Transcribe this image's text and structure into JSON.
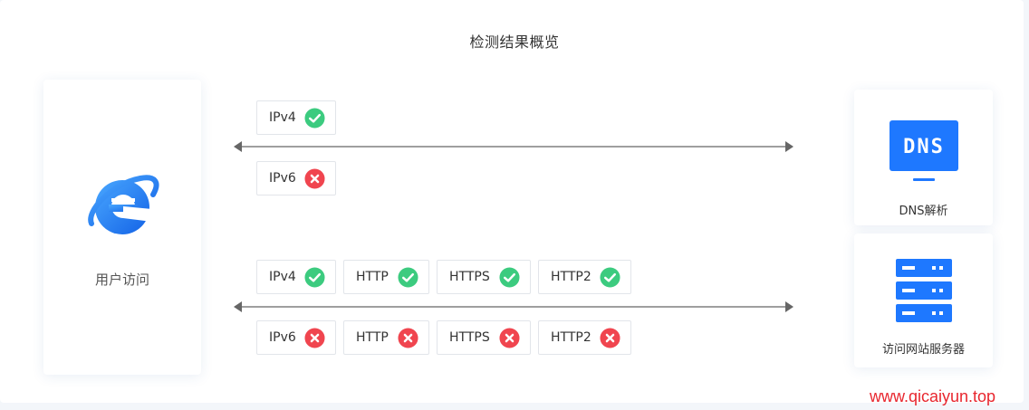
{
  "title": "检测结果概览",
  "user_card": {
    "label": "用户访问",
    "icon": "internet-explorer-icon"
  },
  "dns_card": {
    "label": "DNS解析",
    "icon": "dns-monitor-icon",
    "icon_text": "DNS"
  },
  "server_card": {
    "label": "访问网站服务器",
    "icon": "server-rack-icon"
  },
  "dns_row": {
    "top": [
      {
        "label": "IPv4",
        "status": "success"
      }
    ],
    "bottom": [
      {
        "label": "IPv6",
        "status": "fail"
      }
    ]
  },
  "server_row": {
    "top": [
      {
        "label": "IPv4",
        "status": "success"
      },
      {
        "label": "HTTP",
        "status": "success"
      },
      {
        "label": "HTTPS",
        "status": "success"
      },
      {
        "label": "HTTP2",
        "status": "success"
      }
    ],
    "bottom": [
      {
        "label": "IPv6",
        "status": "fail"
      },
      {
        "label": "HTTP",
        "status": "fail"
      },
      {
        "label": "HTTPS",
        "status": "fail"
      },
      {
        "label": "HTTP2",
        "status": "fail"
      }
    ]
  },
  "colors": {
    "success": "#3ccb7f",
    "fail": "#f0454f",
    "accent": "#1e78ff",
    "arrow": "#666666"
  },
  "watermark": "www.qicaiyun.top"
}
